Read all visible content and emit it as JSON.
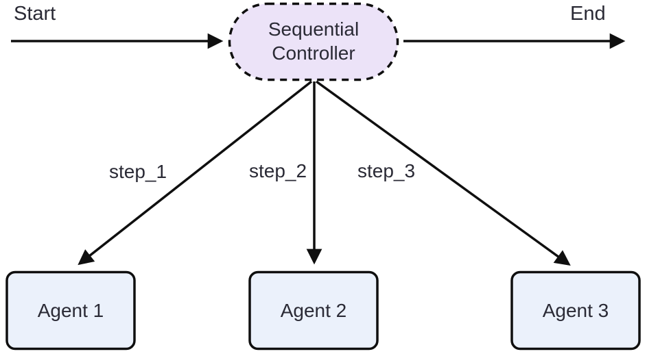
{
  "diagram": {
    "type": "flowchart",
    "start_label": "Start",
    "end_label": "End",
    "controller": {
      "label": "Sequential Controller",
      "shape": "stadium-dashed"
    },
    "edges": [
      {
        "label": "step_1",
        "from": "Sequential Controller",
        "to": "Agent 1"
      },
      {
        "label": "step_2",
        "from": "Sequential Controller",
        "to": "Agent 2"
      },
      {
        "label": "step_3",
        "from": "Sequential Controller",
        "to": "Agent 3"
      }
    ],
    "agents": [
      {
        "label": "Agent 1"
      },
      {
        "label": "Agent 2"
      },
      {
        "label": "Agent 3"
      }
    ],
    "colors": {
      "controller_fill": "#ece3f8",
      "agent_fill": "#ebf1fb",
      "edge_color": "#0f0f0f",
      "text_color": "#2a2a35",
      "background": "#ffffff"
    }
  }
}
